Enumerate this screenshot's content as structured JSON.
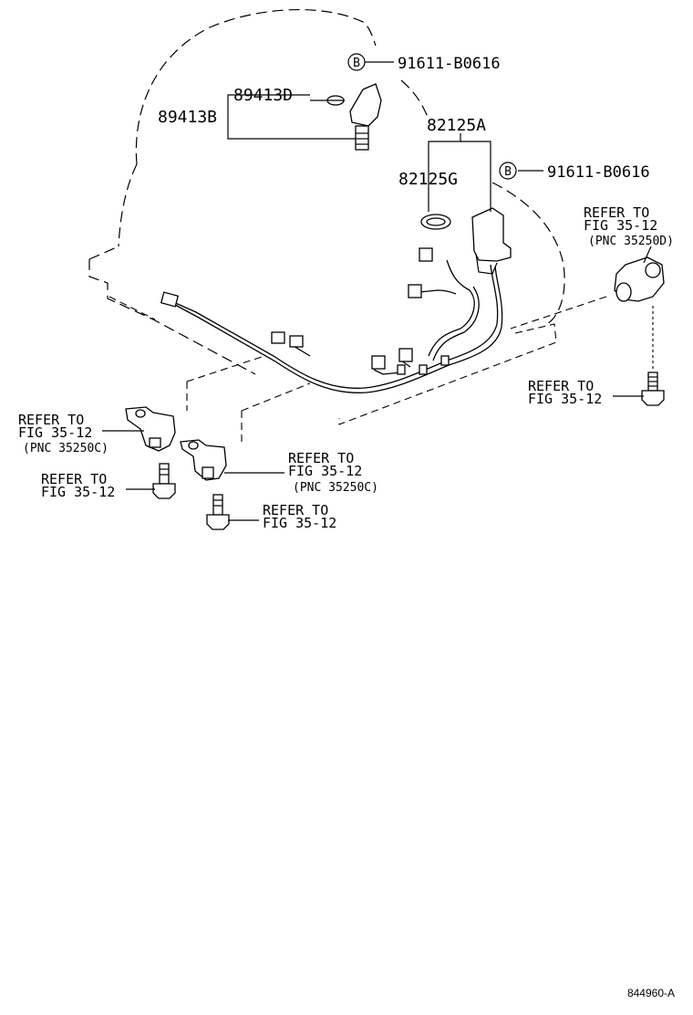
{
  "callouts": {
    "bolt_top": {
      "badge": "B",
      "part_number": "91611-B0616"
    },
    "bolt_right": {
      "badge": "B",
      "part_number": "91611-B0616"
    },
    "p89413D": "89413D",
    "p89413B": "89413B",
    "p82125A": "82125A",
    "p82125G": "82125G"
  },
  "references": {
    "upper_right": {
      "line1": "REFER TO",
      "line2": "FIG 35-12",
      "line3": "(PNC 35250D)"
    },
    "right_bolt": {
      "line1": "REFER TO",
      "line2": "FIG 35-12"
    },
    "left_sensor": {
      "line1": "REFER TO",
      "line2": "FIG 35-12",
      "line3": "(PNC 35250C)"
    },
    "left_bolt": {
      "line1": "REFER TO",
      "line2": "FIG 35-12"
    },
    "center_sensor": {
      "line1": "REFER TO",
      "line2": "FIG 35-12",
      "line3": "(PNC 35250C)"
    },
    "center_bolt": {
      "line1": "REFER TO",
      "line2": "FIG 35-12"
    }
  },
  "drawing_number": "844960-A"
}
